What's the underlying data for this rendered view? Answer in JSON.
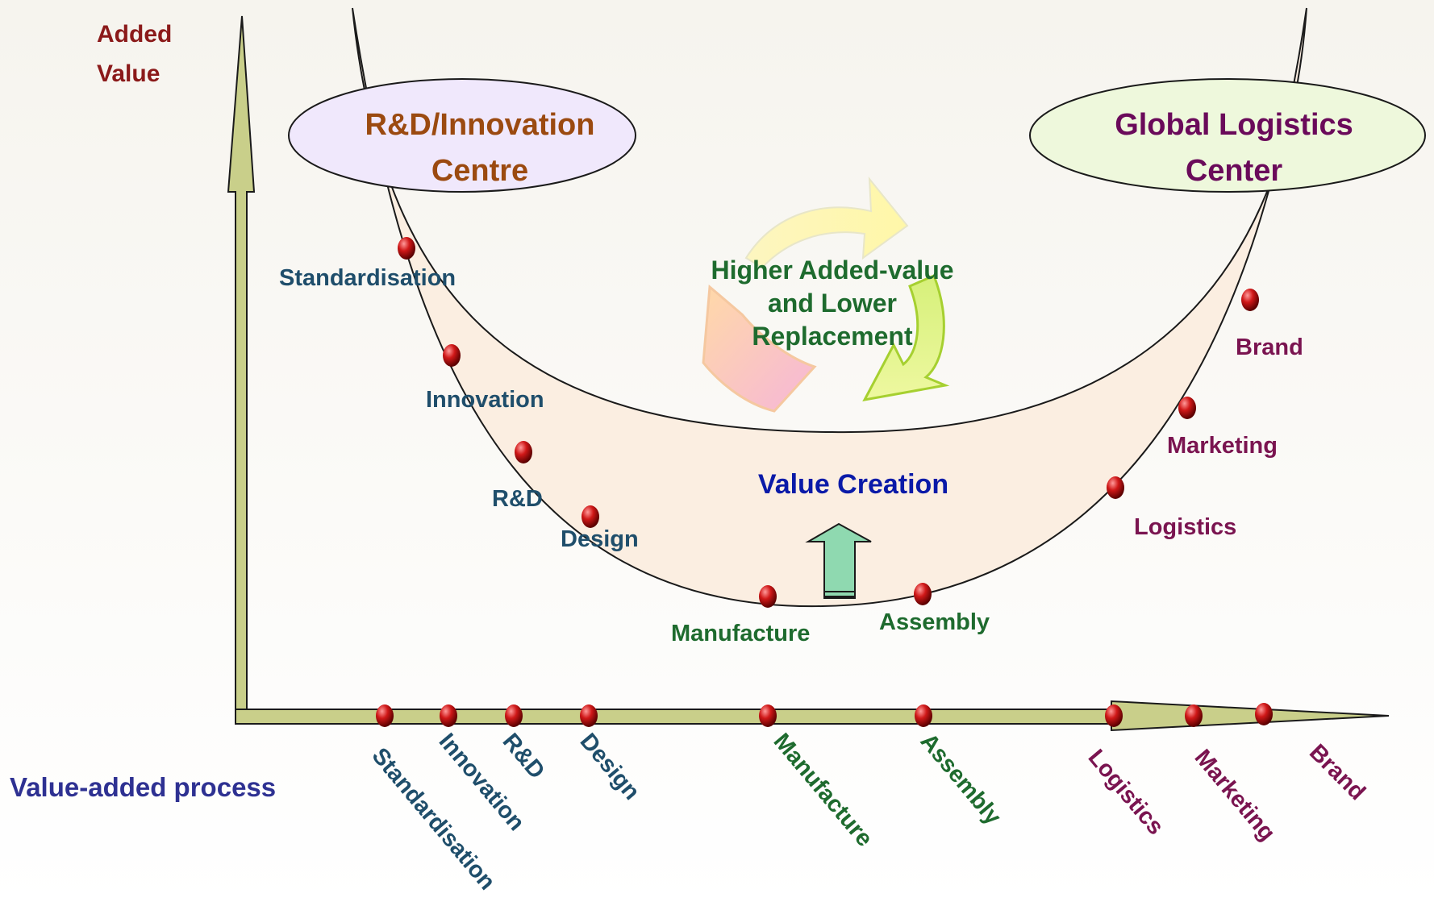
{
  "axes": {
    "y_label_line1": "Added",
    "y_label_line2": "Value",
    "x_label": "Value-added process"
  },
  "ellipses": {
    "left_line1": "R&D/Innovation",
    "left_line2": "Centre",
    "right_line1": "Global Logistics",
    "right_line2": "Center"
  },
  "cycle": {
    "line1": "Higher Added-value",
    "line2": "and Lower",
    "line3": "Replacement"
  },
  "center_label": "Value Creation",
  "curve_labels": {
    "standardisation": "Standardisation",
    "innovation": "Innovation",
    "rnd": "R&D",
    "design": "Design",
    "manufacture": "Manufacture",
    "assembly": "Assembly",
    "logistics": "Logistics",
    "marketing": "Marketing",
    "brand": "Brand"
  },
  "axis_labels": {
    "standardisation": "Standardisation",
    "innovation": "Innovation",
    "rnd": "R&D",
    "design": "Design",
    "manufacture": "Manufacture",
    "assembly": "Assembly",
    "logistics": "Logistics",
    "marketing": "Marketing",
    "brand": "Brand"
  },
  "colors": {
    "left_group": "#1f4e6b",
    "middle_group": "#1e6b2e",
    "right_group": "#7a1450",
    "axis_title": "#2e3192",
    "y_title": "#8b1a1a",
    "center": "#0a1aa8",
    "cycle_text": "#1e6b2e",
    "left_ellipse_text": "#9b4a10",
    "right_ellipse_text": "#6a0a5a",
    "axis_fill": "#c9cf8a",
    "band_fill": "#fbeee1",
    "marker": "#b01010"
  }
}
